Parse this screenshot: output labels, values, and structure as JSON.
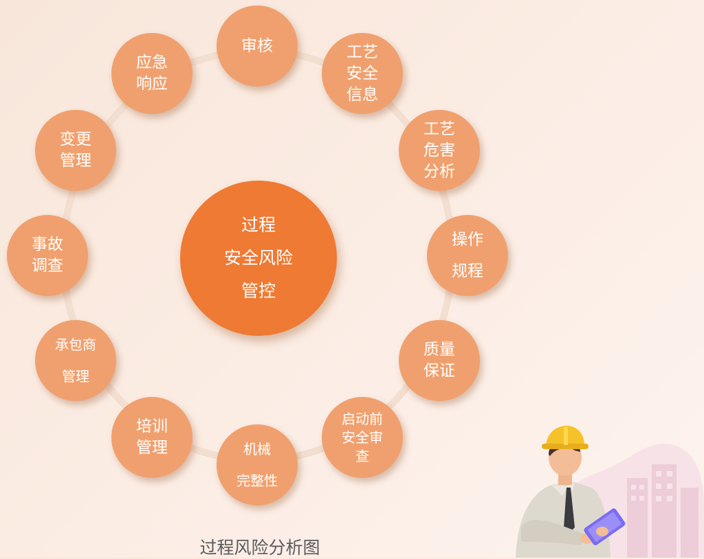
{
  "diagram": {
    "center": {
      "label": "过程\n安全风险\n管控"
    },
    "nodes": [
      {
        "label": "审核"
      },
      {
        "label": "工艺\n安全\n信息"
      },
      {
        "label": "工艺\n危害\n分析"
      },
      {
        "label": "操作\n规程"
      },
      {
        "label": "质量\n保证"
      },
      {
        "label": "启动前\n安全审\n查"
      },
      {
        "label": "机械\n完整性"
      },
      {
        "label": "培训\n管理"
      },
      {
        "label": "承包商\n管理"
      },
      {
        "label": "事故\n调查"
      },
      {
        "label": "变更\n管理"
      },
      {
        "label": "应急\n响应"
      }
    ],
    "caption": "过程风险分析图"
  },
  "colors": {
    "center": "#ef7a34",
    "node": "#f0a06e",
    "ring": "#f3dfd1",
    "helmet": "#f6c22a",
    "tablet": "#7b6cf2"
  },
  "icons": {
    "illustration": "construction-worker-with-tablet"
  }
}
